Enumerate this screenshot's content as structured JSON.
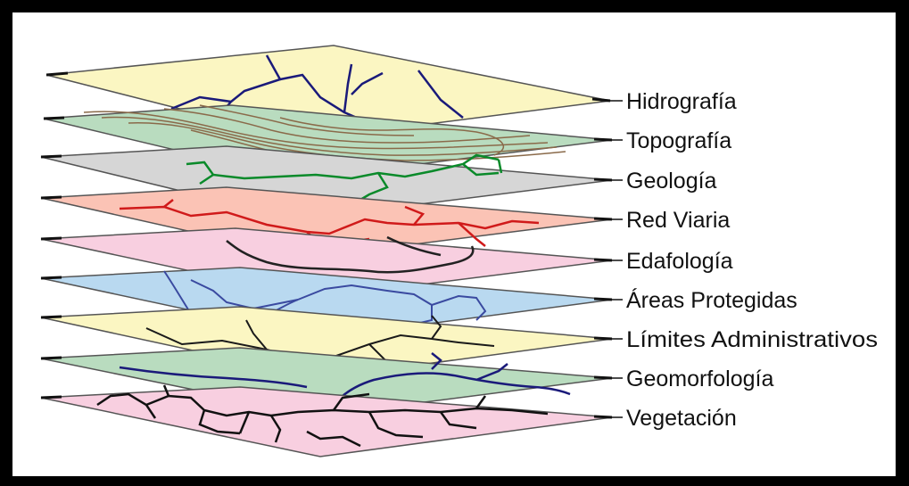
{
  "diagram": {
    "layers": [
      {
        "id": "hidrografia",
        "label": "Hidrografía",
        "fill": "#fbf6c2",
        "line": "#1a1a7a"
      },
      {
        "id": "topografia",
        "label": "Topografía",
        "fill": "#b9dcbf",
        "line": "#8a6a4a"
      },
      {
        "id": "geologia",
        "label": "Geología",
        "fill": "#d6d6d6",
        "line": "#0a8a2a"
      },
      {
        "id": "red-viaria",
        "label": "Red Viaria",
        "fill": "#fbc3b5",
        "line": "#d01a1a"
      },
      {
        "id": "edafologia",
        "label": "Edafología",
        "fill": "#f8cfe0",
        "line": "#222222"
      },
      {
        "id": "areas-protegidas",
        "label": "Áreas Protegidas",
        "fill": "#b9d9f0",
        "line": "#3a4aa0"
      },
      {
        "id": "limites-administrativos",
        "label": "Límites Administrativos",
        "fill": "#fbf6c2",
        "line": "#1a1a1a"
      },
      {
        "id": "geomorfologia",
        "label": "Geomorfología",
        "fill": "#b9dcbf",
        "line": "#1a1a7a"
      },
      {
        "id": "vegetacion",
        "label": "Vegetación",
        "fill": "#f8cfe0",
        "line": "#111111"
      }
    ]
  }
}
